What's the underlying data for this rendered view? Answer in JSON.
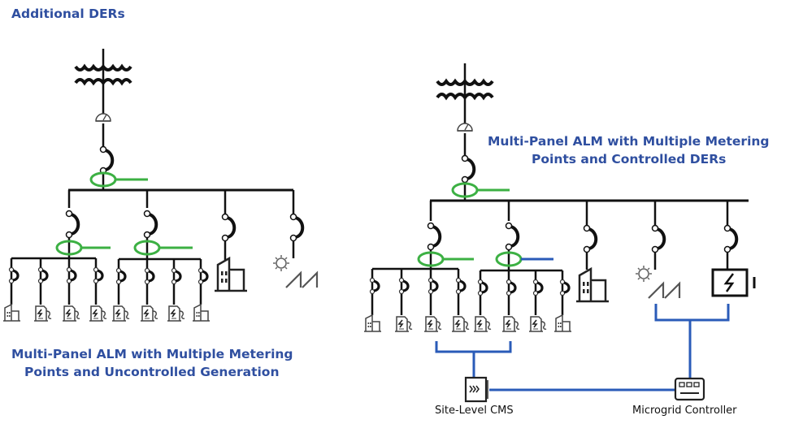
{
  "header": {
    "title": "Additional DERs"
  },
  "left_diagram": {
    "caption_line1": "Multi-Panel ALM with Multiple Metering",
    "caption_line2": "Points and Uncontrolled Generation",
    "panels": [
      {
        "name": "panel-1",
        "loads": [
          "building",
          "ev-charger",
          "ev-charger",
          "ev-charger"
        ],
        "meter_link": "green"
      },
      {
        "name": "panel-2",
        "loads": [
          "ev-charger",
          "ev-charger",
          "ev-charger",
          "building"
        ],
        "meter_link": "green"
      }
    ],
    "branches": [
      "panel-1",
      "panel-2",
      "building",
      "solar"
    ]
  },
  "right_diagram": {
    "caption_line1": "Multi-Panel ALM with Multiple Metering",
    "caption_line2": "Points and Controlled DERs",
    "panels": [
      {
        "name": "panel-1",
        "loads": [
          "building",
          "ev-charger",
          "ev-charger",
          "ev-charger"
        ],
        "meter_link": "green"
      },
      {
        "name": "panel-2",
        "loads": [
          "ev-charger",
          "ev-charger",
          "ev-charger",
          "building"
        ],
        "meter_link": "blue"
      }
    ],
    "branches": [
      "panel-1",
      "panel-2",
      "building",
      "solar",
      "battery"
    ],
    "controllers": {
      "cms_label": "Site-Level CMS",
      "microgrid_label": "Microgrid Controller"
    }
  },
  "colors": {
    "title": "#2f4fa0",
    "line": "#111111",
    "meter_ring": "#3cb043",
    "comm_line": "#2a5bb8",
    "icon_gray": "#555555"
  }
}
